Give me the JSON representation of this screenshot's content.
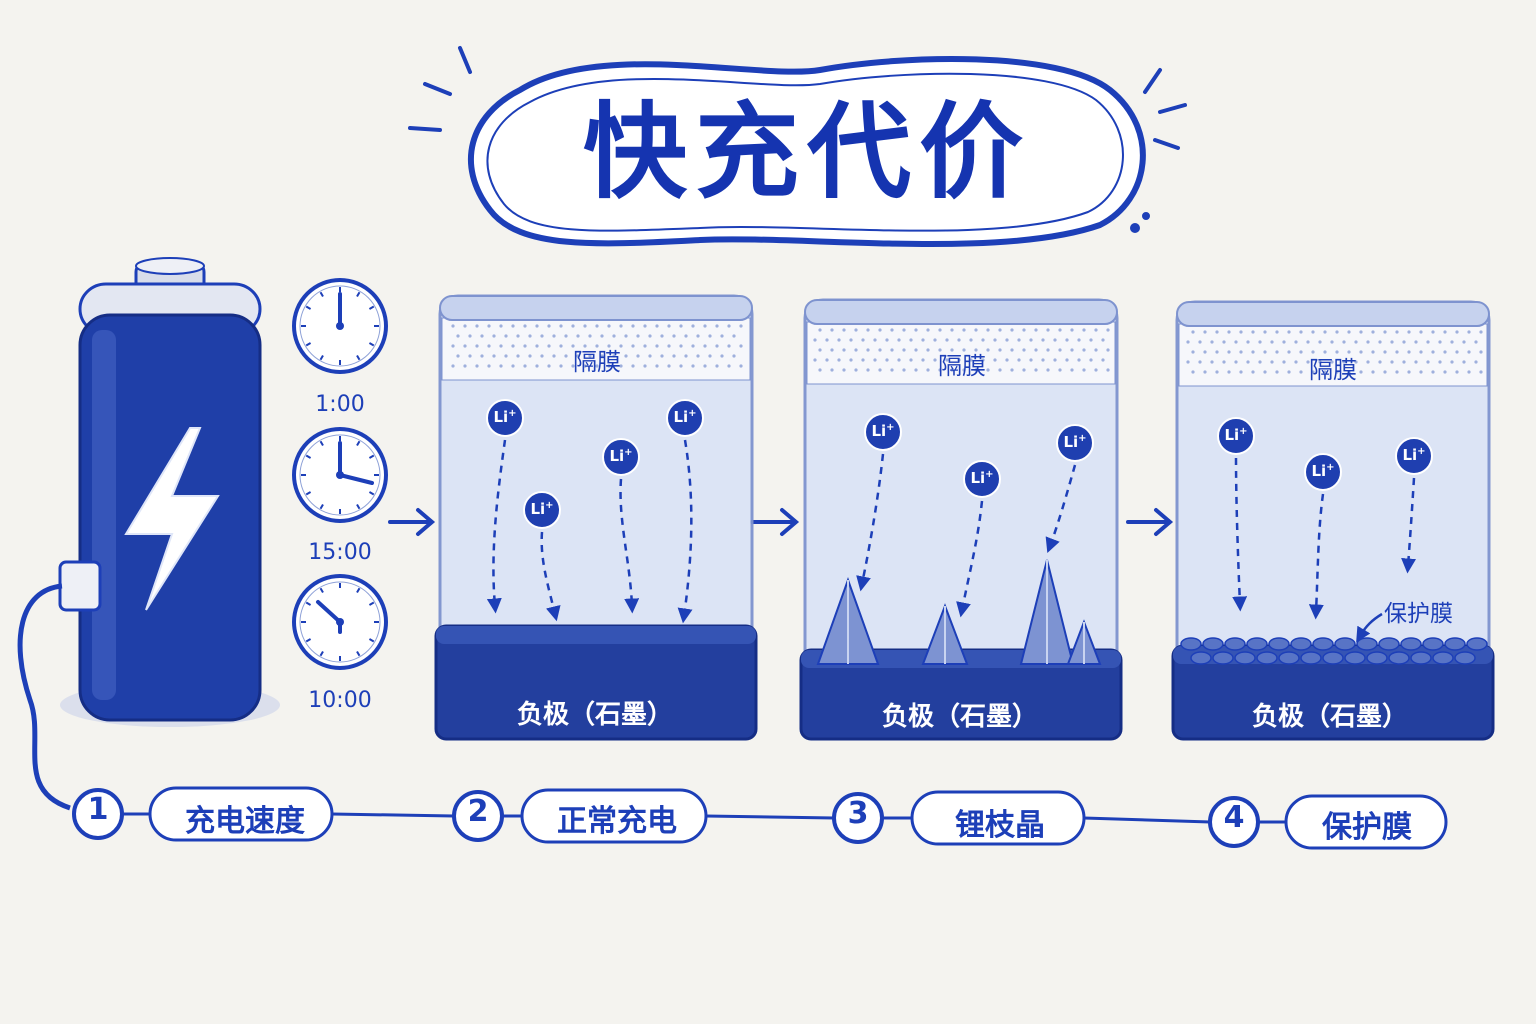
{
  "title": "快充代价",
  "clock_times": [
    "1:00",
    "15:00",
    "10:00"
  ],
  "panels": [
    {
      "separator_label": "隔膜",
      "anode_label": "负极（石墨）"
    },
    {
      "separator_label": "隔膜",
      "anode_label": "负极（石墨）"
    },
    {
      "separator_label": "隔膜",
      "anode_label": "负极（石墨）"
    }
  ],
  "ion_label": "Li",
  "ion_charge": "+",
  "protective_film_label": "保护膜",
  "steps": [
    {
      "number": "1",
      "label": "充电速度"
    },
    {
      "number": "2",
      "label": "正常充电"
    },
    {
      "number": "3",
      "label": "锂枝晶"
    },
    {
      "number": "4",
      "label": "保护膜"
    }
  ],
  "colors": {
    "ink": "#1d3fb8",
    "battery_body": "#1f3fa8",
    "paper": "#f4f3ef",
    "glass": "#dbe4f6",
    "anode": "#233f9e"
  },
  "icons": {
    "battery": "battery-icon",
    "bolt": "lightning-bolt-icon",
    "clock": "clock-icon",
    "arrow": "arrow-right-icon",
    "dendrite": "dendrite-spike-icon"
  }
}
